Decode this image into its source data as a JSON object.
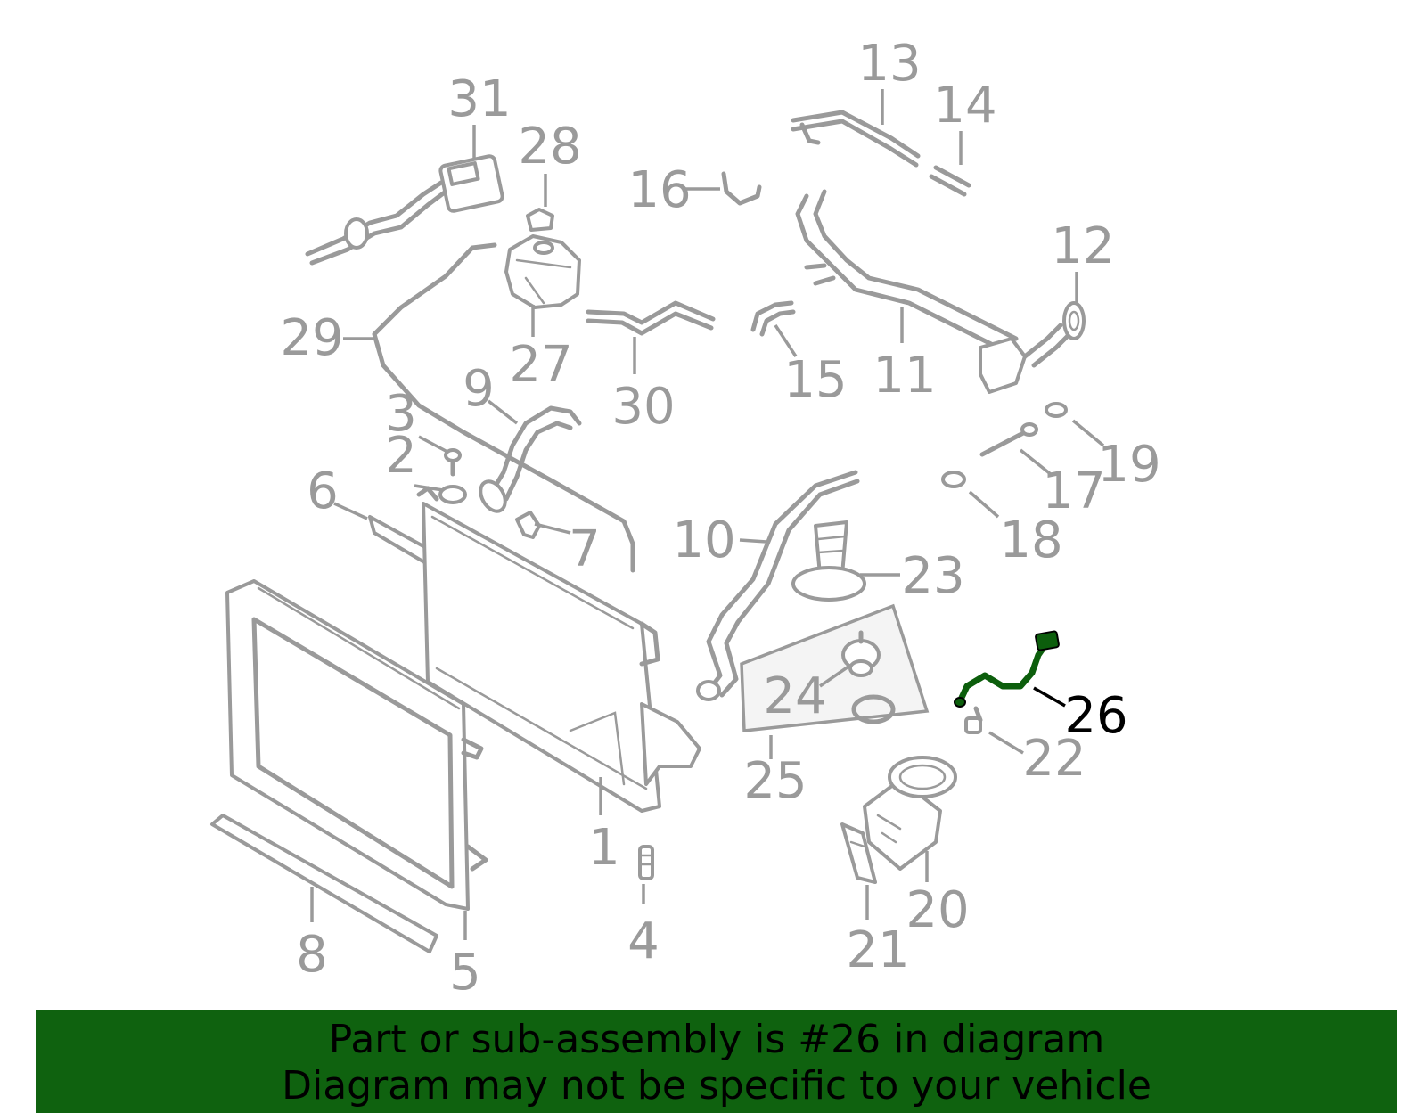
{
  "diagram": {
    "callouts": [
      "1",
      "2",
      "3",
      "4",
      "5",
      "6",
      "7",
      "8",
      "9",
      "10",
      "11",
      "12",
      "13",
      "14",
      "15",
      "16",
      "17",
      "18",
      "19",
      "20",
      "21",
      "22",
      "23",
      "24",
      "25",
      "26",
      "27",
      "28",
      "29",
      "30",
      "31"
    ],
    "highlighted_callout": "26",
    "colors": {
      "part_stroke": "#9a9a9a",
      "highlight_part": "#0c5e0c",
      "banner_bg": "#0f620f"
    }
  },
  "banner": {
    "line1": "Part or sub-assembly is #26 in diagram",
    "line2": "Diagram may not be specific to your vehicle"
  }
}
